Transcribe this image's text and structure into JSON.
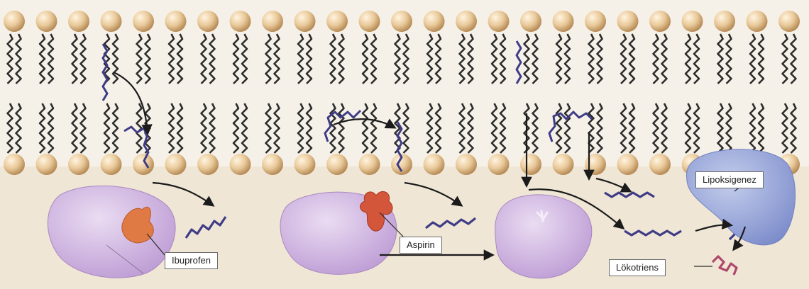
{
  "labels": {
    "ibuprofen": "Ibuprofen",
    "aspirin": "Aspirin",
    "lipoxygenase": "Lipoksigenez",
    "leukotriene": "Lökotriens"
  },
  "colors": {
    "background": "#efe6d6",
    "lipid_head": "#e9c99a",
    "lipid_tail": "#2c2c2c",
    "fatty_acid": "#3f3c86",
    "enzyme_purple": "#cdb1de",
    "enzyme_blue": "#8f9ed0",
    "drug_orange": "#e07a45",
    "drug_red": "#d3553a",
    "arrow": "#1b1b1b"
  }
}
